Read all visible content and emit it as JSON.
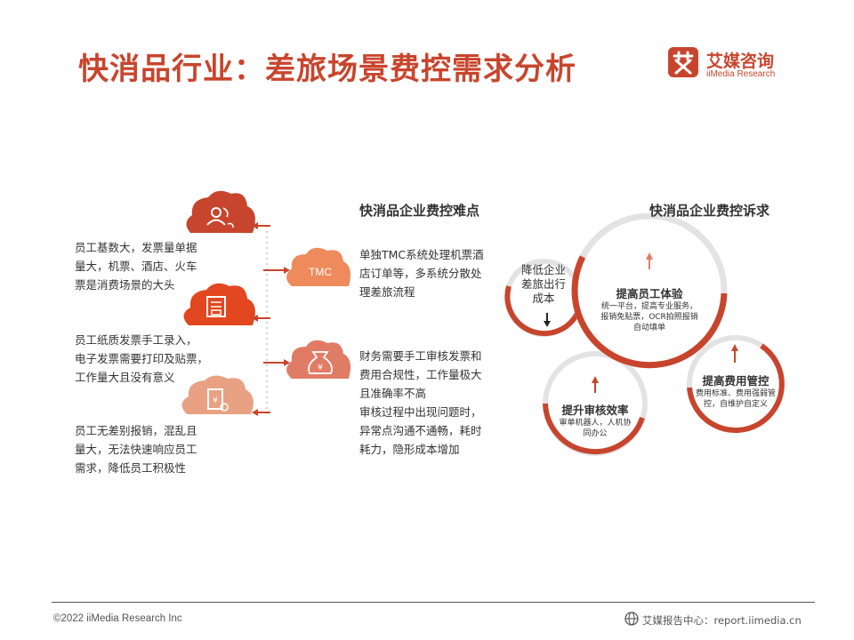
{
  "header": {
    "title": "快消品行业：差旅场景费控需求分析"
  },
  "logo": {
    "cn": "艾媒咨询",
    "en": "iiMedia Research"
  },
  "left": {
    "items": [
      {
        "icon": "user-icon",
        "lines": [
          "员工基数大，发票量单据",
          "量大，机票、酒店、火车",
          "票是消费场景的大头"
        ]
      },
      {
        "icon": "printer-icon",
        "lines": [
          "员工纸质发票手工录入，",
          "电子发票需要打印及贴票，",
          "工作量大且没有意义"
        ]
      },
      {
        "icon": "receipt-icon",
        "lines": [
          "员工无差别报销，混乱且",
          "量大，无法快速响应员工",
          "需求，降低员工积极性"
        ]
      }
    ]
  },
  "middle": {
    "title": "快消品企业费控难点",
    "tmc_label": "TMC",
    "item1": [
      "单独TMC系统处理机票酒",
      "店订单等，多系统分散处",
      "理差旅流程"
    ],
    "item2": [
      "财务需要手工审核发票和",
      "费用合规性，工作量极大",
      "且准确率不高",
      "审核过程中出现问题时，",
      "异常点沟通不通畅，耗时",
      "耗力，隐形成本增加"
    ]
  },
  "right": {
    "title": "快消品企业费控诉求",
    "c1": {
      "title": [
        "降低企业",
        "差旅出行",
        "成本"
      ]
    },
    "c2": {
      "title": "提高员工体验",
      "sub": [
        "统一平台，提高专业服务，",
        "报销免贴票，OCR拍照报销",
        "自动填单"
      ]
    },
    "c3": {
      "title": "提高费用管控",
      "sub": [
        "费用标准、费用强弱管",
        "控，自维护自定义"
      ]
    },
    "c4": {
      "title": "提升审核效率",
      "sub": [
        "审单机器人，人机协",
        "同办公"
      ]
    }
  },
  "footer": {
    "copyright": "©2022  iiMedia Research  Inc",
    "source": "艾媒报告中心：report.iimedia.cn"
  },
  "colors": {
    "accent": "#c8452d",
    "accent_light": "#e08a6a",
    "grey": "#e3e3e3"
  }
}
